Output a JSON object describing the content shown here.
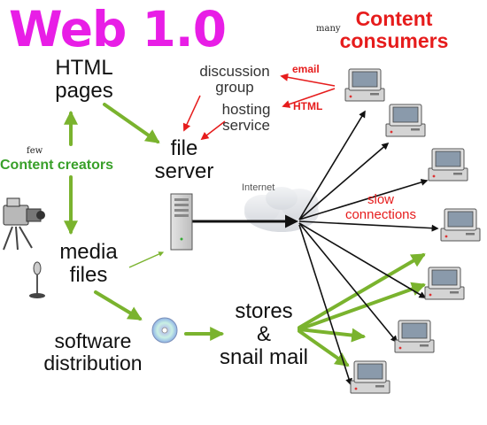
{
  "title": "Web 1.0",
  "few_label": "few",
  "many_label": "many",
  "creators_label": "Content creators",
  "consumers_label": [
    "Content",
    "consumers"
  ],
  "html_pages": [
    "HTML",
    "pages"
  ],
  "file_server": [
    "file",
    "server"
  ],
  "media_files": [
    "media",
    "files"
  ],
  "software_distribution": [
    "software",
    "distribution"
  ],
  "stores_snail": [
    "stores",
    "&",
    "snail mail"
  ],
  "discussion_group": [
    "discussion",
    "group"
  ],
  "hosting_service": [
    "hosting",
    "service"
  ],
  "email_label": "email",
  "html_label": "HTML",
  "internet_label": "Internet",
  "slow_connections": [
    "slow",
    "connections"
  ],
  "colors": {
    "title": "#e81ee6",
    "creator_arrows": "#7ab32e",
    "consumer_text": "#e61c1c",
    "network_arrows": "#111111",
    "cloud": "#e6e8ec"
  },
  "icons": [
    "server-tower-icon",
    "video-camera-icon",
    "microphone-icon",
    "cd-disc-icon",
    "internet-cloud-icon",
    "computer-icon"
  ]
}
